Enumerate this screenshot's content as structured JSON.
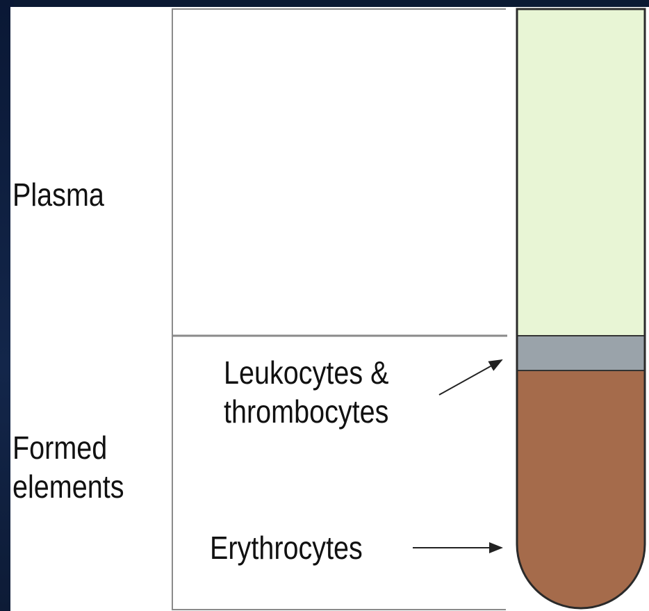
{
  "labels": {
    "plasma": "Plasma",
    "formed_line1": "Formed",
    "formed_line2": "elements",
    "leuko_line1": "Leukocytes &",
    "leuko_line2": "thrombocytes",
    "erythrocytes": "Erythrocytes"
  },
  "colors": {
    "plasma": "#e8f5d5",
    "buffy_coat": "#9aa3aa",
    "erythrocytes": "#a56b4b",
    "background": "#0b1a33"
  }
}
